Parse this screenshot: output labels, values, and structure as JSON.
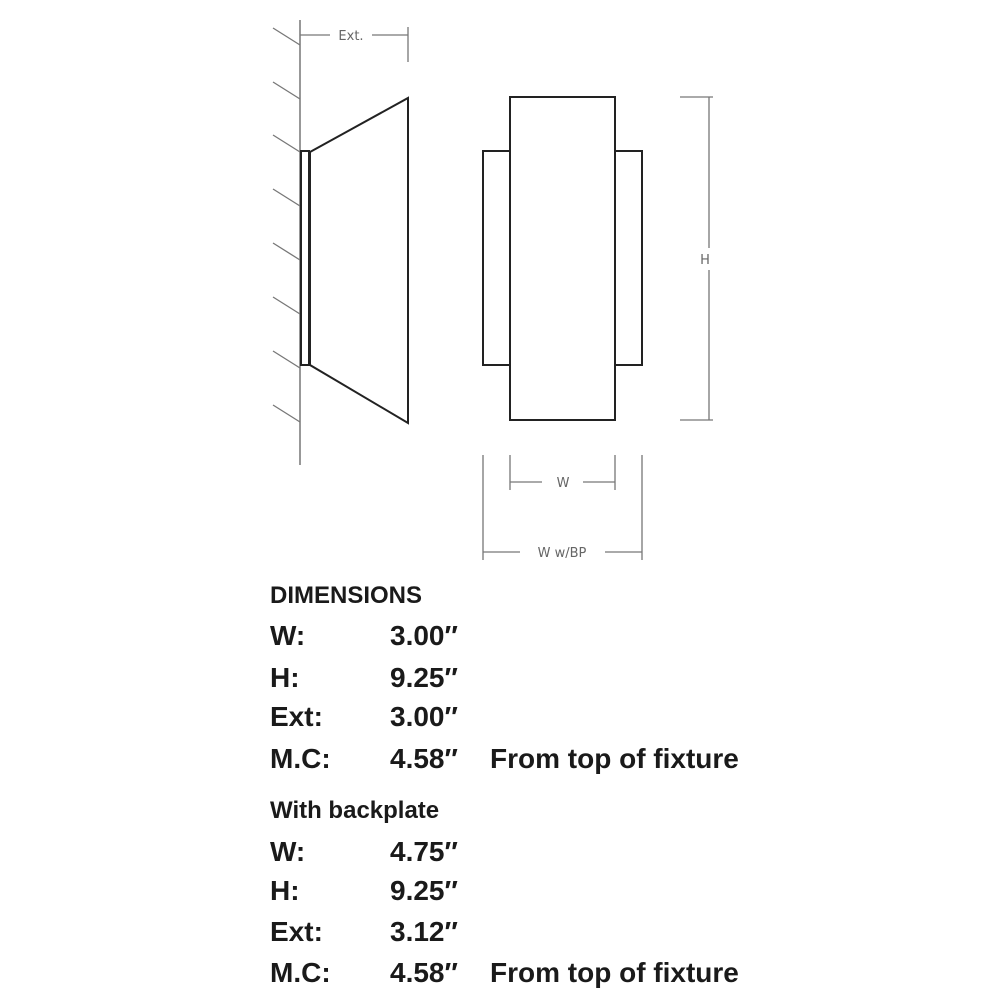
{
  "drawing": {
    "ext_label": "Ext.",
    "h_label": "H",
    "w_label": "W",
    "w_bp_label": "W w/BP"
  },
  "dimensions": {
    "heading": "DIMENSIONS",
    "rows": [
      {
        "label": "W:",
        "value": "3.00″",
        "note": ""
      },
      {
        "label": "H:",
        "value": "9.25″",
        "note": ""
      },
      {
        "label": "Ext:",
        "value": "3.00″",
        "note": ""
      },
      {
        "label": "M.C:",
        "value": "4.58″",
        "note": "From top of fixture"
      }
    ]
  },
  "backplate": {
    "heading": "With backplate",
    "rows": [
      {
        "label": "W:",
        "value": "4.75″",
        "note": ""
      },
      {
        "label": "H:",
        "value": "9.25″",
        "note": ""
      },
      {
        "label": "Ext:",
        "value": "3.12″",
        "note": ""
      },
      {
        "label": "M.C:",
        "value": "4.58″",
        "note": "From top of fixture"
      }
    ]
  }
}
